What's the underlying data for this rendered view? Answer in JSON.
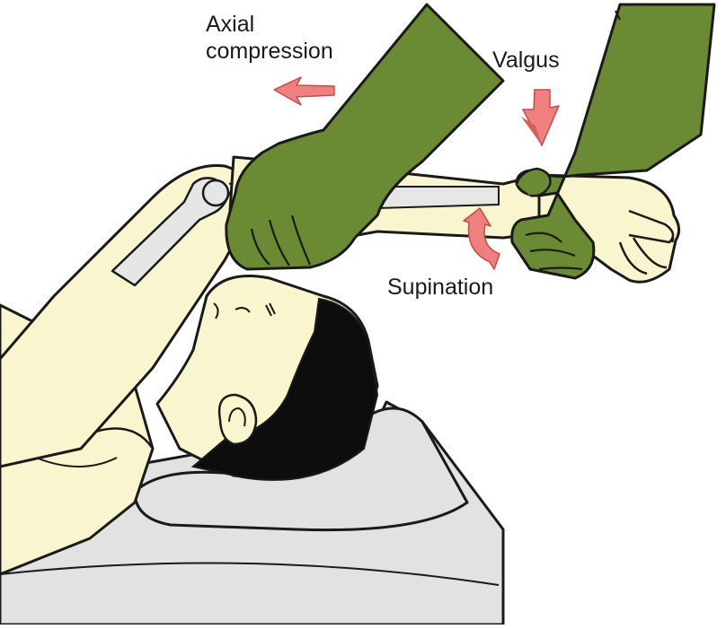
{
  "labels": {
    "axial_line1": "Axial",
    "axial_line2": "compression",
    "valgus": "Valgus",
    "supination": "Supination"
  },
  "colors": {
    "skin": "#f8f5cf",
    "glove": "#6b8a34",
    "arrow": "#f07f7f",
    "hair": "#0d0d0d",
    "pillow": "#e2e2e2",
    "outline": "#1a1a1a",
    "bone": "#e6e6e6"
  }
}
